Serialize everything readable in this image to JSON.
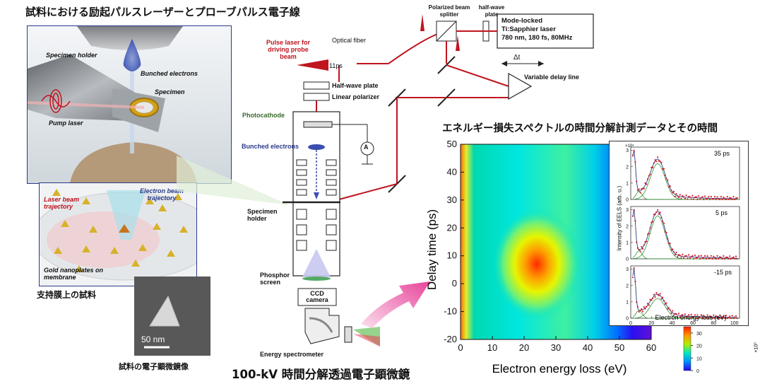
{
  "titles": {
    "top_left": "試料における励起パルスレーザーとプローブパルス電子線",
    "right": "エネルギー損失スペクトルの時間分解計測データとその時間",
    "bottom_center": "100-kV 時間分解透過電子顕微鏡",
    "support_film": "支持膜上の試料",
    "tem_image": "試料の電子顕微鏡像"
  },
  "specimen_panel": {
    "specimen_holder": "Specimen holder",
    "bunched_electrons": "Bunched electrons",
    "specimen": "Specimen",
    "pump_laser": "Pump laser"
  },
  "membrane_panel": {
    "laser_beam_trajectory": "Laser beam trajectory",
    "electron_beam_trajectory": "Electron beam trajectory",
    "gold_nanoplates": "Gold nanoplates on membrane"
  },
  "tem_image": {
    "scale_bar": "50 nm"
  },
  "optics": {
    "pulse_laser": "Pulse laser for driving probe beam",
    "optical_fiber": "Optical fiber",
    "pulse_width": "11ps",
    "polarized_beam_splitter": "Polarized beam splitter",
    "half_wave_plate_top": "half-wave plate",
    "laser_title": "Mode-locked",
    "laser_name": "Ti:Sapphier laser",
    "laser_spec": "780 nm, 180 fs, 80MHz",
    "delta_t": "Δt",
    "variable_delay_line": "Variable delay line",
    "half_wave_plate": "Half-wave plate",
    "linear_polarizer": "Linear polarizer"
  },
  "microscope": {
    "photocathode": "Photocathode",
    "bunched_electrons": "Bunched electrons",
    "ammeter": "A",
    "specimen_holder": "Specimen holder",
    "phosphor_screen": "Phosphor screen",
    "ccd_camera": "CCD camera",
    "energy_spectrometer": "Energy spectrometer"
  },
  "colors": {
    "laser_red": "#c0141e",
    "frame_blue": "#2a3a8a",
    "electron_blue": "#3a4fb0",
    "arrow_pink": "#e8459a"
  },
  "chart_data": [
    {
      "type": "heatmap",
      "xlabel": "Electron energy loss (eV)",
      "ylabel": "Delay time (ps)",
      "xlim": [
        0,
        60
      ],
      "ylim": [
        -20,
        50
      ],
      "xticks": [
        0,
        10,
        20,
        30,
        40,
        50,
        60
      ],
      "yticks": [
        -20,
        -10,
        0,
        10,
        20,
        30,
        40,
        50
      ],
      "peak": {
        "x": 24,
        "y": 7
      },
      "colorbar": {
        "ticks": [
          0,
          10,
          20,
          30
        ],
        "unit": "×10³",
        "range": [
          0,
          35
        ]
      }
    },
    {
      "type": "line",
      "xlabel": "Electron energy loss (eV)",
      "ylabel": "Intensity of EELS (arb. u.)",
      "xlim": [
        0,
        105
      ],
      "xticks": [
        0,
        20,
        40,
        60,
        80,
        100
      ],
      "scale_label": "×10⁴",
      "yticks": [
        0,
        1,
        2,
        3
      ],
      "panels": [
        {
          "label": "35 ps"
        },
        {
          "label": "5 ps"
        },
        {
          "label": "-15 ps"
        }
      ]
    }
  ]
}
